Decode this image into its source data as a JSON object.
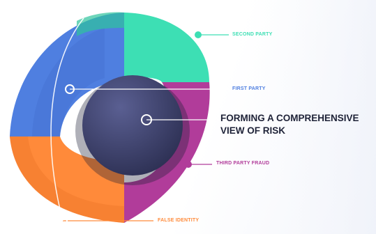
{
  "center": {
    "line1": "FORMING A COMPREHENSIVE",
    "line2": "VIEW OF RISK"
  },
  "segments": [
    {
      "key": "second_party",
      "label": "SECOND PARTY",
      "color": "#3ddfb4",
      "dark": "#2fc39d"
    },
    {
      "key": "first_party",
      "label": "FIRST PARTY",
      "color": "#4f7fe0",
      "dark": "#3b64c4"
    },
    {
      "key": "third_party_fraud",
      "label": "THIRD PARTY FRAUD",
      "color": "#b13c9a",
      "dark": "#8e2e7c"
    },
    {
      "key": "false_identity",
      "label": "FALSE IDENTITY",
      "color": "#ff8a3a",
      "dark": "#e86f24"
    }
  ],
  "core": {
    "color": "#2c2f52",
    "highlight": "#5a5f92"
  },
  "text_color": "#1f2338"
}
